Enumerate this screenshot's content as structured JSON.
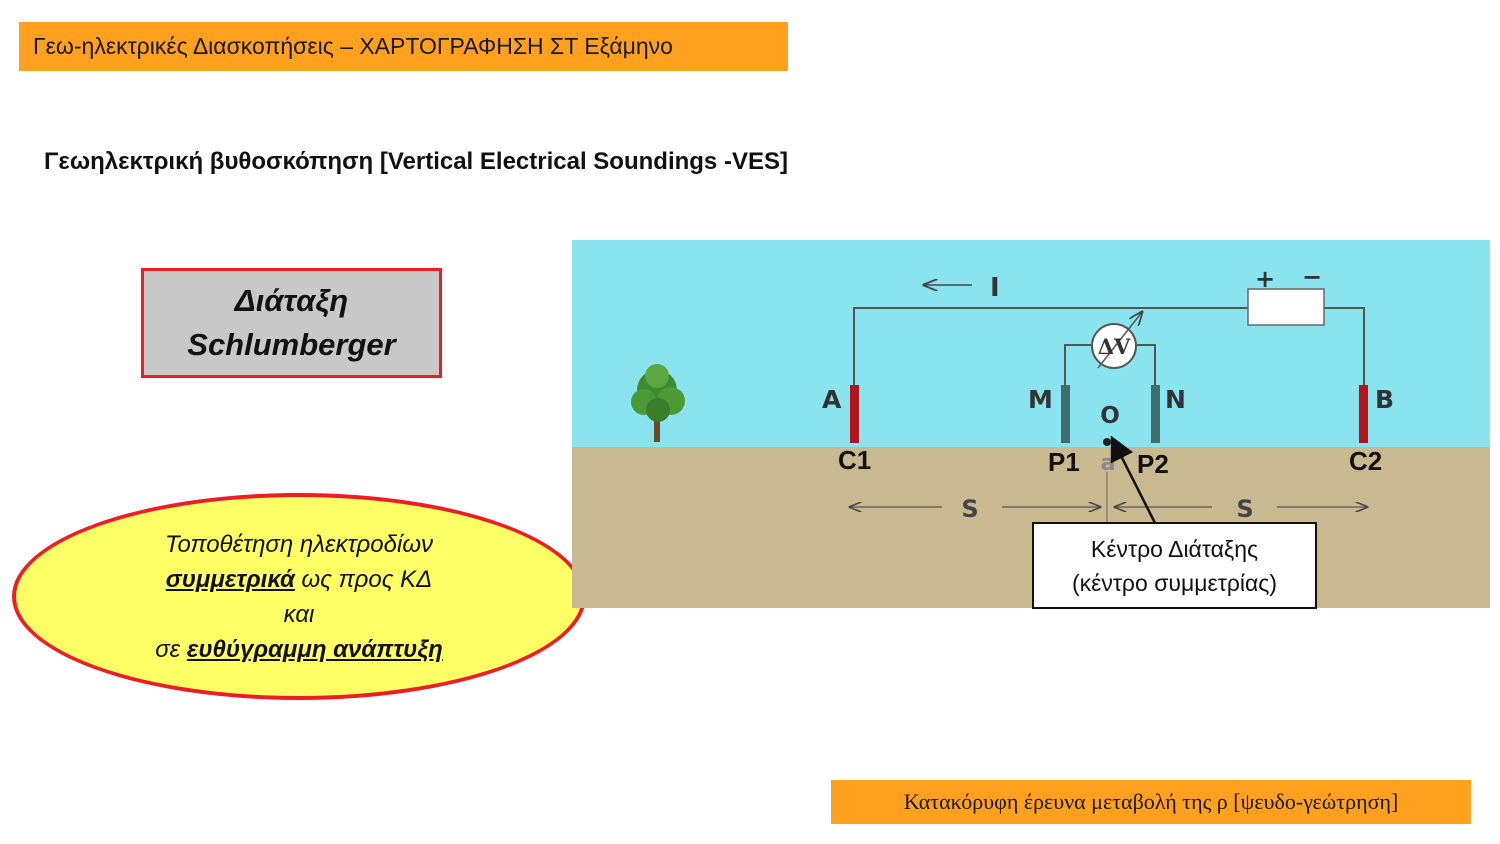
{
  "header": {
    "title": "Γεω-ηλεκτρικές Διασκοπήσεις – ΧΑΡΤΟΓΡΑΦΗΣΗ ΣΤ Εξάμηνο"
  },
  "subtitle": "Γεωηλεκτρική βυθοσκόπηση [Vertical Electrical Soundings -VES]",
  "array_box": {
    "line1": "Διάταξη",
    "line2": "Schlumberger"
  },
  "ellipse": {
    "line1": "Τοποθέτηση ηλεκτροδίων",
    "line2_bold": "συμμετρικά",
    "line2_rest": " ως προς ΚΔ",
    "line3": "και",
    "line4_prefix": "σε ",
    "line4_bold": "ευθύγραμμη ανάπτυξη"
  },
  "diagram": {
    "current_label": "I",
    "plus": "+",
    "minus": "−",
    "voltmeter": "ΔV",
    "electrode_A": "A",
    "electrode_B": "B",
    "electrode_M": "M",
    "electrode_N": "N",
    "center_O": "O",
    "spacing_a": "a",
    "spacing_s_left": "S",
    "spacing_s_right": "S",
    "label_C1": "C1",
    "label_C2": "C2",
    "label_P1": "P1",
    "label_P2": "P2",
    "colors": {
      "sky": "#8ae4f0",
      "ground": "#c8b991",
      "current_electrode": "#b3141c",
      "potential_electrode": "#3f6e6e"
    }
  },
  "center_label": {
    "line1": "Κέντρο Διάταξης",
    "line2": "(κέντρο συμμετρίας)"
  },
  "footer": {
    "text": "Κατακόρυφη έρευνα μεταβολή της ρ  [ψευδο-γεώτρηση]"
  }
}
